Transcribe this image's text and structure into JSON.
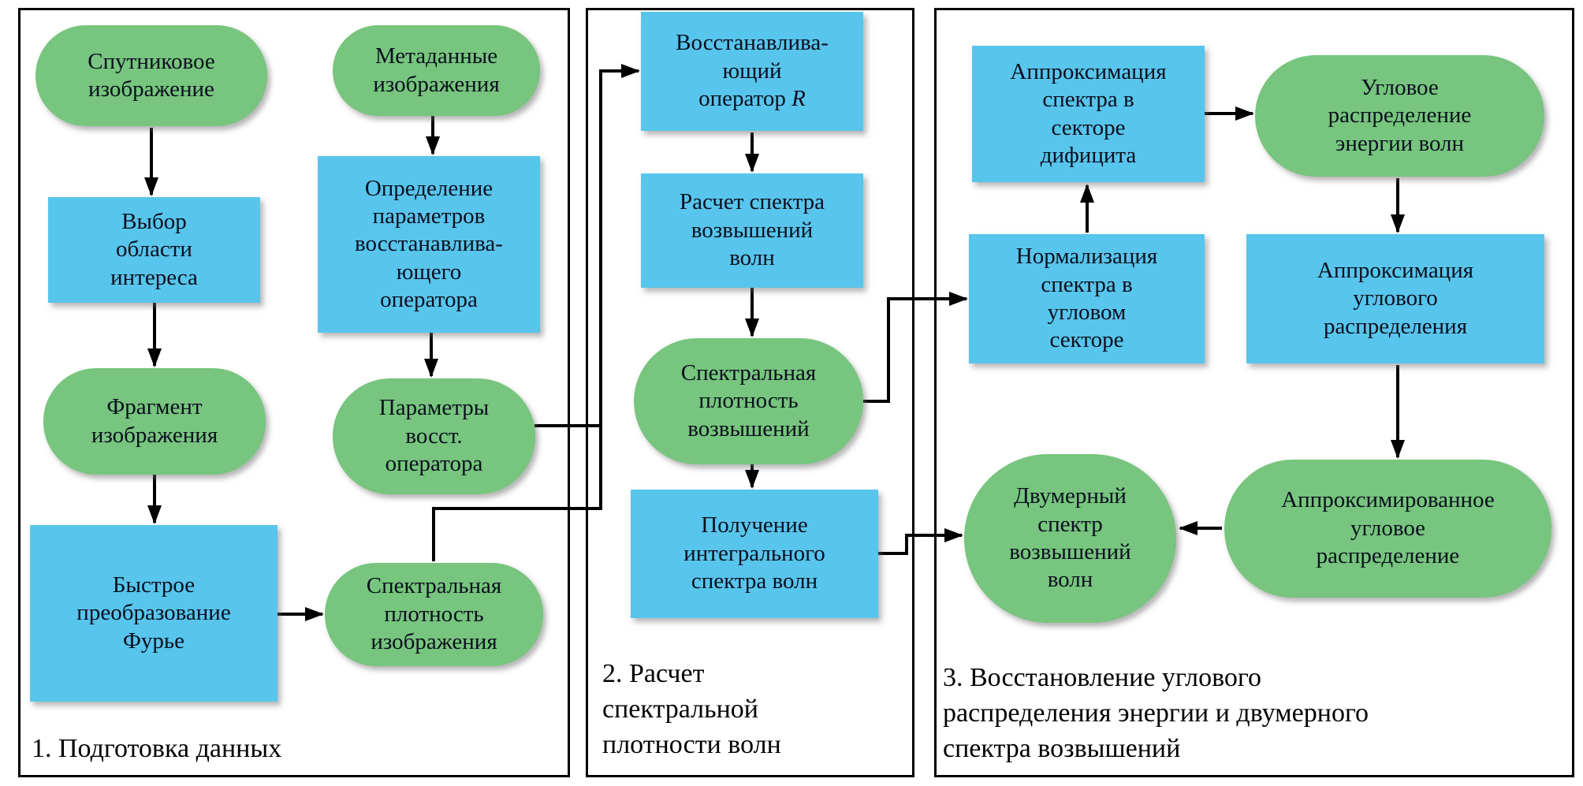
{
  "figure": {
    "type": "flowchart",
    "language": "ru"
  },
  "colors": {
    "data_shape_green": "#77c57e",
    "process_shape_blue": "#58c5ec",
    "text": "#0a0f1e",
    "arrow": "#000000",
    "background": "#ffffff"
  },
  "panels": [
    {
      "id": "data-preparation",
      "label": "1. Подготовка данных",
      "nodes": {
        "satellite_image": "Спутниковое\nизображение",
        "image_metadata": "Метаданные\nизображения",
        "roi_selection": "Выбор\nобласти\nинтереса",
        "operator_params_determination": "Определение\nпараметров\nвосстанавлива-\nющего\nоператора",
        "image_fragment": "Фрагмент\nизображения",
        "restoration_params": "Параметры\nвосст.\nоператора",
        "fft": "Быстрое\nпреобразование\nФурье",
        "image_spectral_density": "Спектральная\nплотность\nизображения"
      }
    },
    {
      "id": "wave-spectral-density-calculation",
      "label": "2. Расчет\nспектральной\nплотности волн",
      "nodes": {
        "restoring_operator_pre": "Восстанавлива-\nющий\nоператор ",
        "restoring_operator_symbol": "R",
        "elevation_spectrum_calc": "Расчет спектра\nвозвышений\nволн",
        "elevation_spectral_density": "Спектральная\nплотность\nвозвышений",
        "integral_spectrum": "Получение\nинтегрального\nспектра волн"
      }
    },
    {
      "id": "angular-distribution-recovery",
      "label": "3. Восстановление углового\nраспределения энергии и двумерного\nспектра возвышений",
      "nodes": {
        "deficit_sector_approximation": "Аппроксимация\nспектра в\nсекторе\nдифицита",
        "angular_energy_distribution": "Угловое\nраспределение\nэнергии волн",
        "angular_sector_normalization": "Нормализация\nспектра в\nугловом\nсекторе",
        "angular_distribution_approximation": "Аппроксимация\nуглового\nраспределения",
        "elevation_spectrum_2d": "Двумерный\nспектр\nвозвышений\nволн",
        "approximated_angular_distribution": "Аппроксимированное\nугловое\nраспределение"
      }
    }
  ],
  "edges": [
    {
      "from": "satellite_image",
      "to": "roi_selection"
    },
    {
      "from": "roi_selection",
      "to": "image_fragment"
    },
    {
      "from": "image_fragment",
      "to": "fft"
    },
    {
      "from": "fft",
      "to": "image_spectral_density"
    },
    {
      "from": "image_metadata",
      "to": "operator_params_determination"
    },
    {
      "from": "operator_params_determination",
      "to": "restoration_params"
    },
    {
      "from": "restoration_params",
      "to": "restoring_operator"
    },
    {
      "from": "image_spectral_density",
      "to": "restoring_operator"
    },
    {
      "from": "restoring_operator",
      "to": "elevation_spectrum_calc"
    },
    {
      "from": "elevation_spectrum_calc",
      "to": "elevation_spectral_density"
    },
    {
      "from": "elevation_spectral_density",
      "to": "integral_spectrum"
    },
    {
      "from": "elevation_spectral_density",
      "to": "angular_sector_normalization"
    },
    {
      "from": "integral_spectrum",
      "to": "elevation_spectrum_2d"
    },
    {
      "from": "angular_sector_normalization",
      "to": "deficit_sector_approximation"
    },
    {
      "from": "deficit_sector_approximation",
      "to": "angular_energy_distribution"
    },
    {
      "from": "angular_energy_distribution",
      "to": "angular_distribution_approximation"
    },
    {
      "from": "angular_distribution_approximation",
      "to": "approximated_angular_distribution"
    },
    {
      "from": "approximated_angular_distribution",
      "to": "elevation_spectrum_2d"
    }
  ]
}
